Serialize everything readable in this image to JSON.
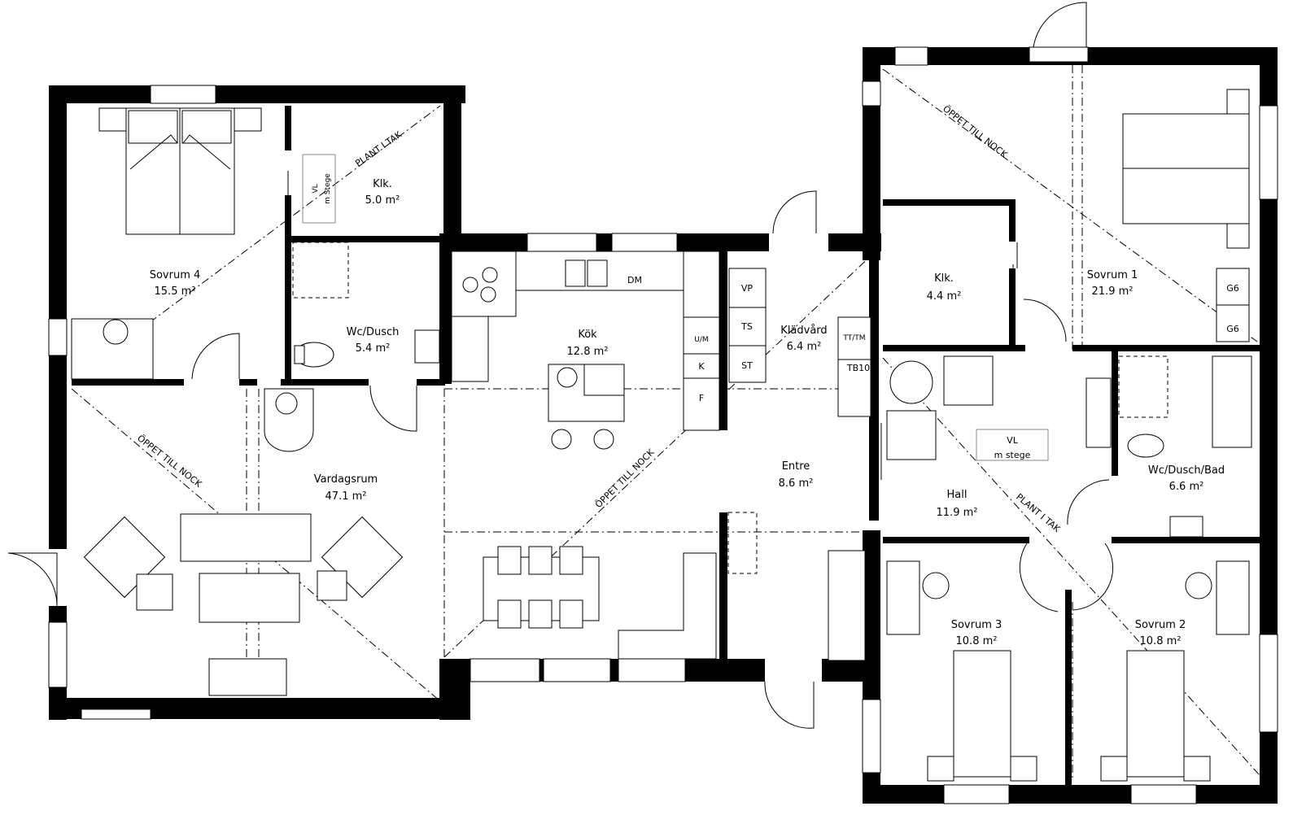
{
  "rooms": {
    "sovrum4": {
      "name": "Sovrum 4",
      "area": "15.5 m²"
    },
    "klk_left": {
      "name": "Klk.",
      "area": "5.0 m²"
    },
    "wc_dusch": {
      "name": "Wc/Dusch",
      "area": "5.4 m²"
    },
    "kok": {
      "name": "Kök",
      "area": "12.8 m²"
    },
    "kladvard": {
      "name": "Klädvård",
      "area": "6.4 m²"
    },
    "vardagsrum": {
      "name": "Vardagsrum",
      "area": "47.1 m²"
    },
    "entre": {
      "name": "Entre",
      "area": "8.6 m²"
    },
    "klk_right": {
      "name": "Klk.",
      "area": "4.4 m²"
    },
    "sovrum1": {
      "name": "Sovrum 1",
      "area": "21.9 m²"
    },
    "hall": {
      "name": "Hall",
      "area": "11.9 m²"
    },
    "wc_dusch_bad": {
      "name": "Wc/Dusch/Bad",
      "area": "6.6 m²"
    },
    "sovrum3": {
      "name": "Sovrum 3",
      "area": "10.8 m²"
    },
    "sovrum2": {
      "name": "Sovrum 2",
      "area": "10.8 m²"
    }
  },
  "annotations": {
    "plant_i_tak_left": "PLANT I TAK",
    "plant_i_tak_right": "PLANT I TAK",
    "oppet_till_nock_vardagsrum": "ÖPPET TILL NOCK",
    "oppet_till_nock_kok": "ÖPPET TILL NOCK",
    "oppet_till_nock_sovrum1": "ÖPPET TILL NOCK",
    "vl_left": "VL",
    "m_stege_left": "m Stege",
    "vl_right": "VL",
    "m_stege_right": "m stege"
  },
  "appliances": {
    "dm": "DM",
    "vp": "VP",
    "ts": "TS",
    "st": "ST",
    "um": "U/M",
    "k": "K",
    "f": "F",
    "tt_tm": "TT/TM",
    "tb10": "TB10",
    "g6_top": "G6",
    "g6_bottom": "G6"
  }
}
